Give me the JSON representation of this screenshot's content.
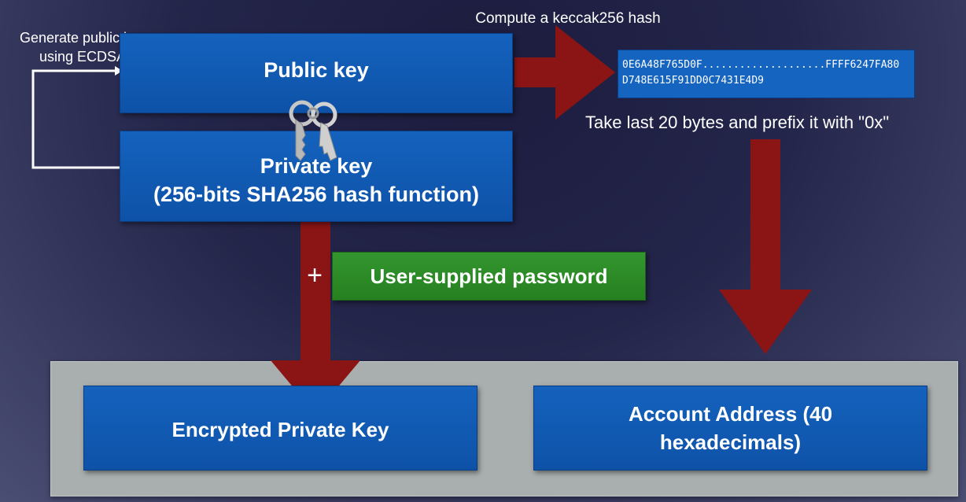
{
  "labels": {
    "generate": "Generate public key\nusing ECDSA",
    "compute": "Compute a keccak256 hash",
    "take_last": "Take last 20 bytes and prefix it with \"0x\"",
    "plus": "+"
  },
  "boxes": {
    "public_key": "Public key",
    "private_key_line1": "Private key",
    "private_key_line2": "(256-bits SHA256 hash function)",
    "hash_line1": "0E6A48F765D0F....................FFFF6247FA80",
    "hash_line2": "D748E615F91DD0C7431E4D9",
    "password": "User-supplied password",
    "encrypted_private_key": "Encrypted Private Key",
    "account_address": "Account Address (40\nhexadecimals)"
  },
  "icons": {
    "keys": "keys-icon"
  },
  "colors": {
    "box_blue": "#1060B8",
    "password_green": "#2E8B2E",
    "arrow_red": "#8B1515",
    "panel_gray": "#A9AEAE"
  }
}
